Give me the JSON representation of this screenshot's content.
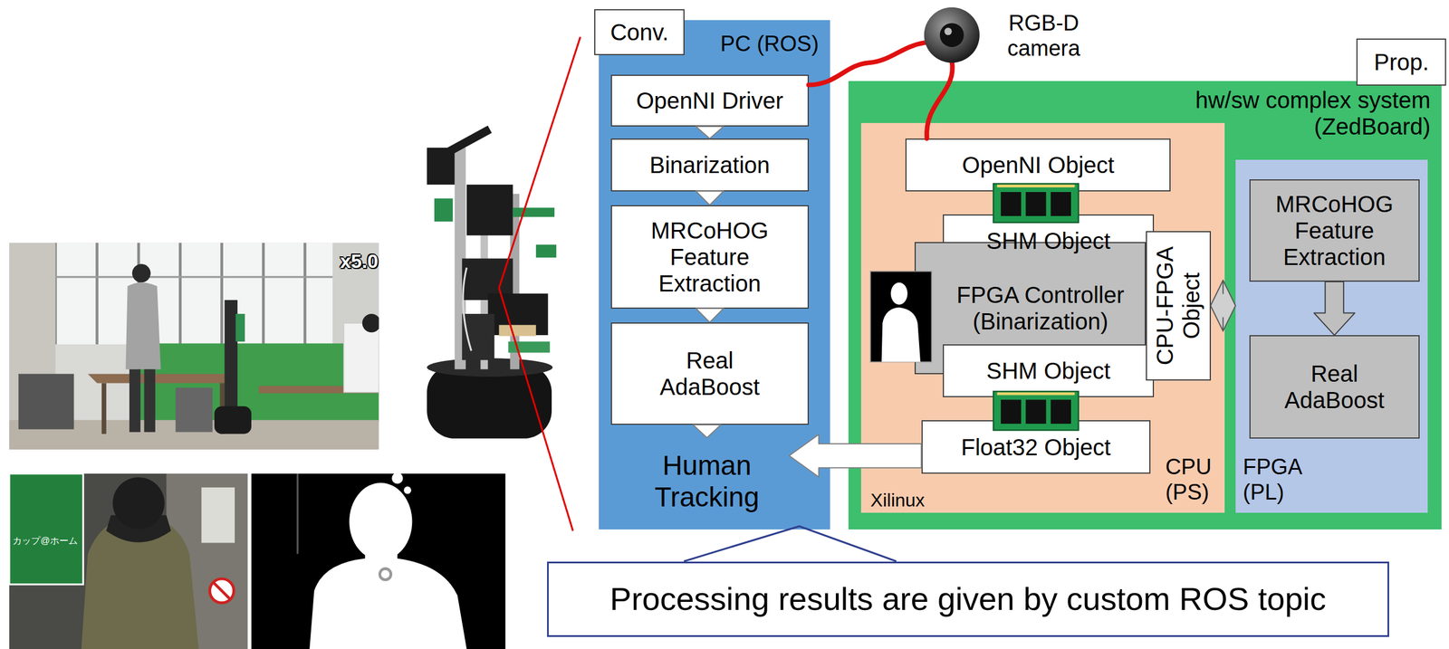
{
  "diagram": {
    "nodes": [
      {
        "text": [
          "Conv."
        ]
      },
      {
        "text": [
          "PC (ROS)"
        ]
      },
      {
        "text": [
          "OpenNI Driver"
        ],
        "in": 1
      },
      {
        "text": [
          "Binarization"
        ],
        "in": 1
      },
      {
        "text": [
          "MRCoHOG Feature Extraction"
        ],
        "in": 1
      },
      {
        "text": [
          "Real AdaBoost"
        ],
        "in": 1
      },
      {
        "text": [
          "Human Tracking"
        ],
        "in": 1
      },
      {
        "text": [
          "Prop."
        ]
      },
      {
        "text": [
          "hw/sw complex system (ZedBoard)"
        ]
      },
      {
        "text": [
          "Xilinux",
          "CPU (PS)"
        ],
        "in": 8
      },
      {
        "text": [
          "OpenNI Object"
        ],
        "in": 9
      },
      {
        "text": [
          "SHM Object"
        ],
        "in": 9
      },
      {
        "text": [
          "FPGA Controller (Binarization)"
        ],
        "in": 9
      },
      {
        "text": [
          "SHM Object"
        ],
        "in": 9
      },
      {
        "text": [
          "CPU-FPGA Object"
        ],
        "in": 9
      },
      {
        "text": [
          "Float32 Object"
        ],
        "in": 9
      },
      {
        "text": [
          "FPGA (PL)"
        ],
        "in": 8
      },
      {
        "text": [
          "MRCoHOG Feature Extraction"
        ],
        "in": 16
      },
      {
        "text": [
          "Real AdaBoost"
        ],
        "in": 16
      },
      {
        "text": [
          "Processing results are given by custom ROS topic"
        ]
      }
    ],
    "edges": [
      {
        "from": 2,
        "to": 3,
        "arrow": "to"
      },
      {
        "from": 3,
        "to": 4,
        "arrow": "to"
      },
      {
        "from": 4,
        "to": 5,
        "arrow": "to"
      },
      {
        "from": 5,
        "to": 6,
        "arrow": "to"
      },
      {
        "from": 14,
        "to": 16,
        "arrow": "both"
      },
      {
        "from": 17,
        "to": 18,
        "arrow": "to"
      },
      {
        "from": 15,
        "to": 6,
        "arrow": "to"
      }
    ],
    "labels": [
      "x5.0",
      "カップ@ホーム",
      "RGB-D camera"
    ]
  }
}
